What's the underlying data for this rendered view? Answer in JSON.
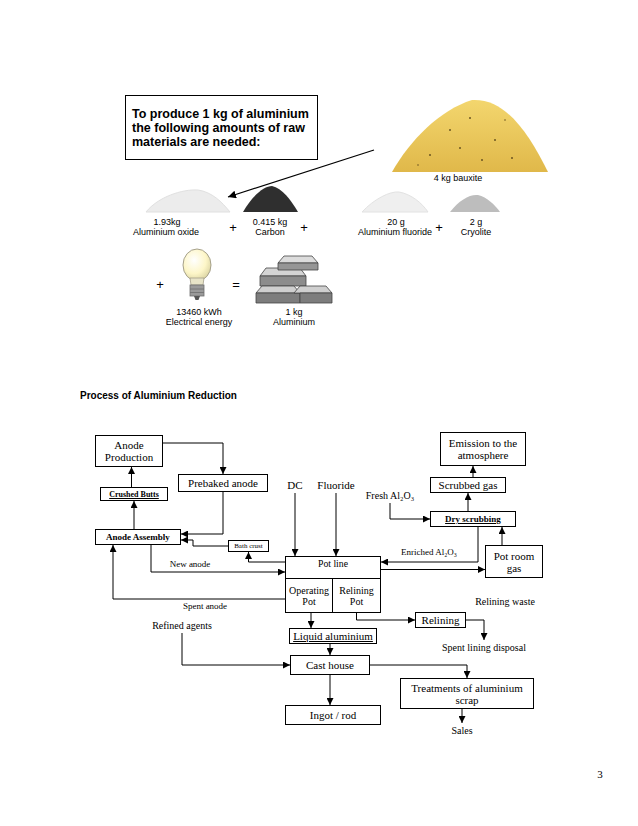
{
  "diagram": {
    "title": "Process of Aluminium Reduction",
    "nodes": [
      {
        "text": [
          "To produce 1 kg of aluminium the following amounts of raw materials are needed:"
        ]
      },
      {
        "text": [
          "Anode Production"
        ]
      },
      {
        "text": [
          "Emission to the atmosphere"
        ]
      },
      {
        "text": [
          "Prebaked anode"
        ]
      },
      {
        "text": [
          "Crushed Butts"
        ]
      },
      {
        "text": [
          "Scrubbed gas"
        ]
      },
      {
        "text": [
          "Dry scrubbing"
        ]
      },
      {
        "text": [
          "Anode Assembly"
        ]
      },
      {
        "text": [
          "Bath crust"
        ]
      },
      {
        "text": [
          "Pot room gas"
        ]
      },
      {
        "text": [
          "Pot line"
        ]
      },
      {
        "text": [
          "Operating Pot"
        ],
        "in": 10
      },
      {
        "text": [
          "Relining Pot"
        ],
        "in": 10
      },
      {
        "text": [
          "Relining"
        ]
      },
      {
        "text": [
          "Liquid aluminium"
        ]
      },
      {
        "text": [
          "Cast house"
        ]
      },
      {
        "text": [
          "Treatments of aluminium scrap"
        ]
      },
      {
        "text": [
          "Ingot / rod"
        ]
      }
    ],
    "edges": [
      {
        "from": 1,
        "to": 3,
        "arrow": "to"
      },
      {
        "from": 3,
        "to": 7,
        "arrow": "to"
      },
      {
        "from": 8,
        "to": 7,
        "arrow": "to"
      },
      {
        "from": 10,
        "to": 8,
        "arrow": "to"
      },
      {
        "from": 7,
        "to": 4,
        "arrow": "to"
      },
      {
        "from": 4,
        "to": 1,
        "arrow": "to"
      },
      {
        "from": 7,
        "to": 10,
        "label": "New anode",
        "arrow": "to"
      },
      {
        "from": 10,
        "to": 7,
        "label": "Spent anode",
        "arrow": "to"
      },
      {
        "from": 10,
        "to": 9,
        "arrow": "to"
      },
      {
        "from": 9,
        "to": 6,
        "arrow": "to"
      },
      {
        "from": 6,
        "to": 5,
        "arrow": "to"
      },
      {
        "from": 5,
        "to": 2,
        "arrow": "to"
      },
      {
        "from": 6,
        "to": 10,
        "label": "Enriched Al₂O₃",
        "arrow": "to"
      },
      {
        "from": 12,
        "to": 13,
        "arrow": "to"
      },
      {
        "from": 11,
        "to": 14,
        "arrow": "to"
      },
      {
        "from": 14,
        "to": 15,
        "arrow": "to"
      },
      {
        "from": 15,
        "to": 17,
        "arrow": "to"
      },
      {
        "from": 15,
        "to": 16,
        "arrow": "to"
      }
    ],
    "labels": [
      "4 kg bauxite",
      "1.93kg",
      "Aluminium oxide",
      "+",
      "0.415 kg",
      "Carbon",
      "+",
      "20 g",
      "Aluminium fluoride",
      "+",
      "2 g",
      "Cryolite",
      "+",
      "=",
      "13460 kWh",
      "Electrical energy",
      "1 kg",
      "Aluminium",
      "DC",
      "Fluoride",
      "Fresh Al₂O₃",
      "Relining waste",
      "Refined agents",
      "Spent lining disposal",
      "Sales",
      "3"
    ]
  }
}
